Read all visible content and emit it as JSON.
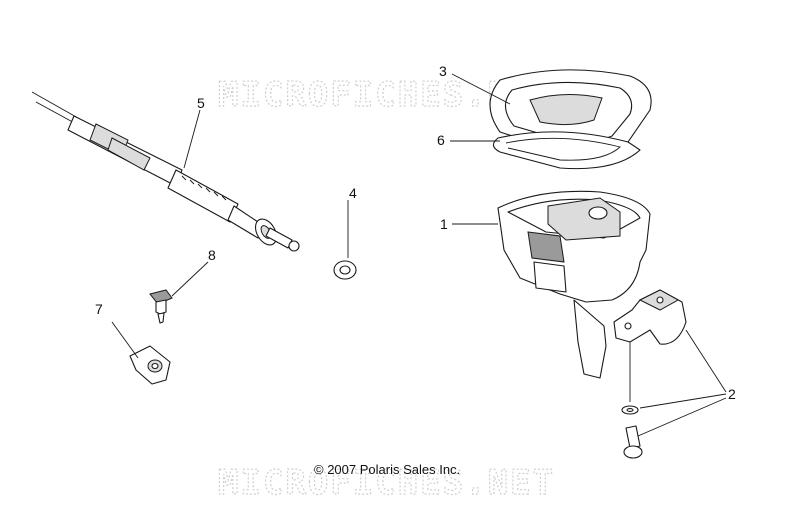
{
  "watermark": "MICROFICHES.NET",
  "copyright": "© 2007 Polaris Sales Inc.",
  "callouts": {
    "c1": "1",
    "c2": "2",
    "c3": "3",
    "c4": "4",
    "c5": "5",
    "c6": "6",
    "c7": "7",
    "c8": "8"
  }
}
